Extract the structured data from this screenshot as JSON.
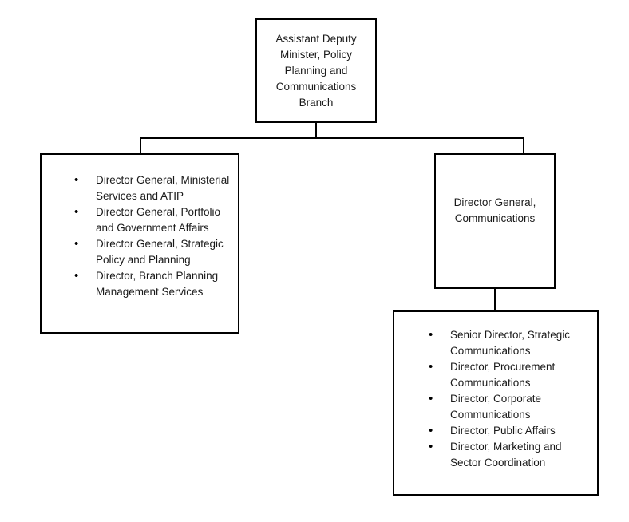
{
  "chart": {
    "type": "org-chart",
    "title": "Assistant Deputy Minister, Policy Planning and Communications Branch organizational chart",
    "nodes": {
      "root": {
        "label": "Assistant Deputy Minister, Policy Planning and Communications Branch"
      },
      "left_group": {
        "items": [
          "Director General, Ministerial Services and ATIP",
          "Director General, Portfolio and Government Affairs",
          "Director General, Strategic Policy and Planning",
          "Director, Branch Planning Management Services"
        ]
      },
      "dg_communications": {
        "label": "Director General, Communications"
      },
      "communications_directors": {
        "items": [
          "Senior Director, Strategic Communications",
          "Director, Procurement Communications",
          "Director, Corporate Communications",
          "Director, Public Affairs",
          "Director, Marketing and Sector Coordination"
        ]
      }
    },
    "bullet_glyph": "•",
    "colors": {
      "border": "#000000",
      "background": "#ffffff",
      "text": "#1a1a1a"
    }
  }
}
